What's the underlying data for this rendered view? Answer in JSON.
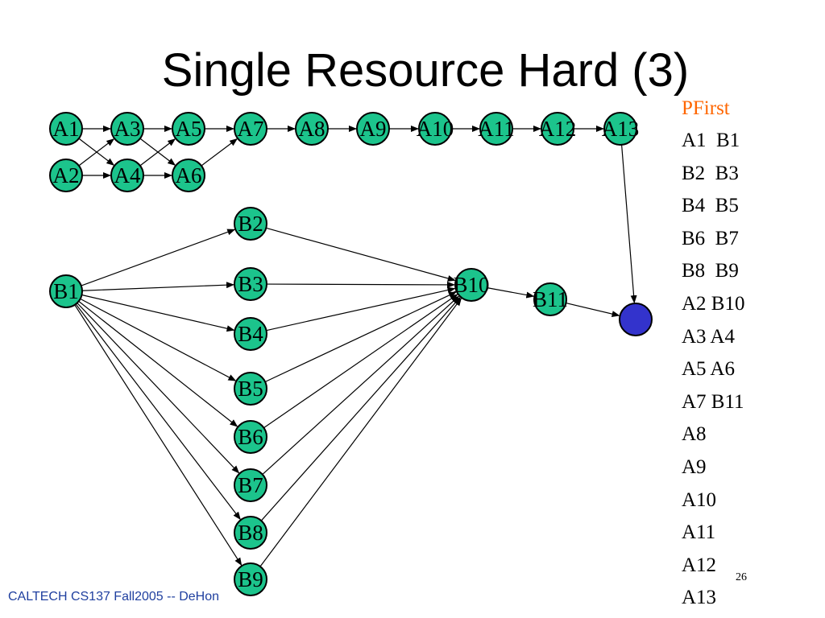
{
  "title": "Single Resource Hard (3)",
  "graph": {
    "nodes": [
      {
        "id": "A1",
        "label": "A1",
        "color": "#1cc48c"
      },
      {
        "id": "A3",
        "label": "A3",
        "color": "#1cc48c"
      },
      {
        "id": "A5",
        "label": "A5",
        "color": "#1cc48c"
      },
      {
        "id": "A7",
        "label": "A7",
        "color": "#1cc48c"
      },
      {
        "id": "A8",
        "label": "A8",
        "color": "#1cc48c"
      },
      {
        "id": "A9",
        "label": "A9",
        "color": "#1cc48c"
      },
      {
        "id": "A10",
        "label": "A10",
        "color": "#1cc48c"
      },
      {
        "id": "A11",
        "label": "A11",
        "color": "#1cc48c"
      },
      {
        "id": "A12",
        "label": "A12",
        "color": "#1cc48c"
      },
      {
        "id": "A13",
        "label": "A13",
        "color": "#1cc48c"
      },
      {
        "id": "A2",
        "label": "A2",
        "color": "#1cc48c"
      },
      {
        "id": "A4",
        "label": "A4",
        "color": "#1cc48c"
      },
      {
        "id": "A6",
        "label": "A6",
        "color": "#1cc48c"
      },
      {
        "id": "B1",
        "label": "B1",
        "color": "#1cc48c"
      },
      {
        "id": "B2",
        "label": "B2",
        "color": "#1cc48c"
      },
      {
        "id": "B3",
        "label": "B3",
        "color": "#1cc48c"
      },
      {
        "id": "B4",
        "label": "B4",
        "color": "#1cc48c"
      },
      {
        "id": "B5",
        "label": "B5",
        "color": "#1cc48c"
      },
      {
        "id": "B6",
        "label": "B6",
        "color": "#1cc48c"
      },
      {
        "id": "B7",
        "label": "B7",
        "color": "#1cc48c"
      },
      {
        "id": "B8",
        "label": "B8",
        "color": "#1cc48c"
      },
      {
        "id": "B9",
        "label": "B9",
        "color": "#1cc48c"
      },
      {
        "id": "B10",
        "label": "B10",
        "color": "#1cc48c"
      },
      {
        "id": "B11",
        "label": "B11",
        "color": "#1cc48c"
      },
      {
        "id": "SINK",
        "label": "",
        "color": "#3333cc"
      }
    ],
    "edges": [
      [
        "A1",
        "A3"
      ],
      [
        "A1",
        "A4"
      ],
      [
        "A2",
        "A3"
      ],
      [
        "A2",
        "A4"
      ],
      [
        "A3",
        "A5"
      ],
      [
        "A3",
        "A6"
      ],
      [
        "A4",
        "A5"
      ],
      [
        "A4",
        "A6"
      ],
      [
        "A5",
        "A7"
      ],
      [
        "A6",
        "A7"
      ],
      [
        "A7",
        "A8"
      ],
      [
        "A8",
        "A9"
      ],
      [
        "A9",
        "A10"
      ],
      [
        "A10",
        "A11"
      ],
      [
        "A11",
        "A12"
      ],
      [
        "A12",
        "A13"
      ],
      [
        "A13",
        "SINK"
      ],
      [
        "B1",
        "B2"
      ],
      [
        "B1",
        "B3"
      ],
      [
        "B1",
        "B4"
      ],
      [
        "B1",
        "B5"
      ],
      [
        "B1",
        "B6"
      ],
      [
        "B1",
        "B7"
      ],
      [
        "B1",
        "B8"
      ],
      [
        "B1",
        "B9"
      ],
      [
        "B2",
        "B10"
      ],
      [
        "B3",
        "B10"
      ],
      [
        "B4",
        "B10"
      ],
      [
        "B5",
        "B10"
      ],
      [
        "B6",
        "B10"
      ],
      [
        "B7",
        "B10"
      ],
      [
        "B8",
        "B10"
      ],
      [
        "B9",
        "B10"
      ],
      [
        "B10",
        "B11"
      ],
      [
        "B11",
        "SINK"
      ]
    ]
  },
  "schedule": {
    "heading": "PFirst",
    "rows": [
      "A1  B1",
      "B2  B3",
      "B4  B5",
      "B6  B7",
      "B8  B9",
      "A2 B10",
      "A3 A4",
      "A5 A6",
      "A7 B11",
      "A8",
      "A9",
      "A10",
      "A11",
      "A12",
      "A13"
    ]
  },
  "footer": "CALTECH CS137 Fall2005 -- DeHon",
  "page_number": "26"
}
